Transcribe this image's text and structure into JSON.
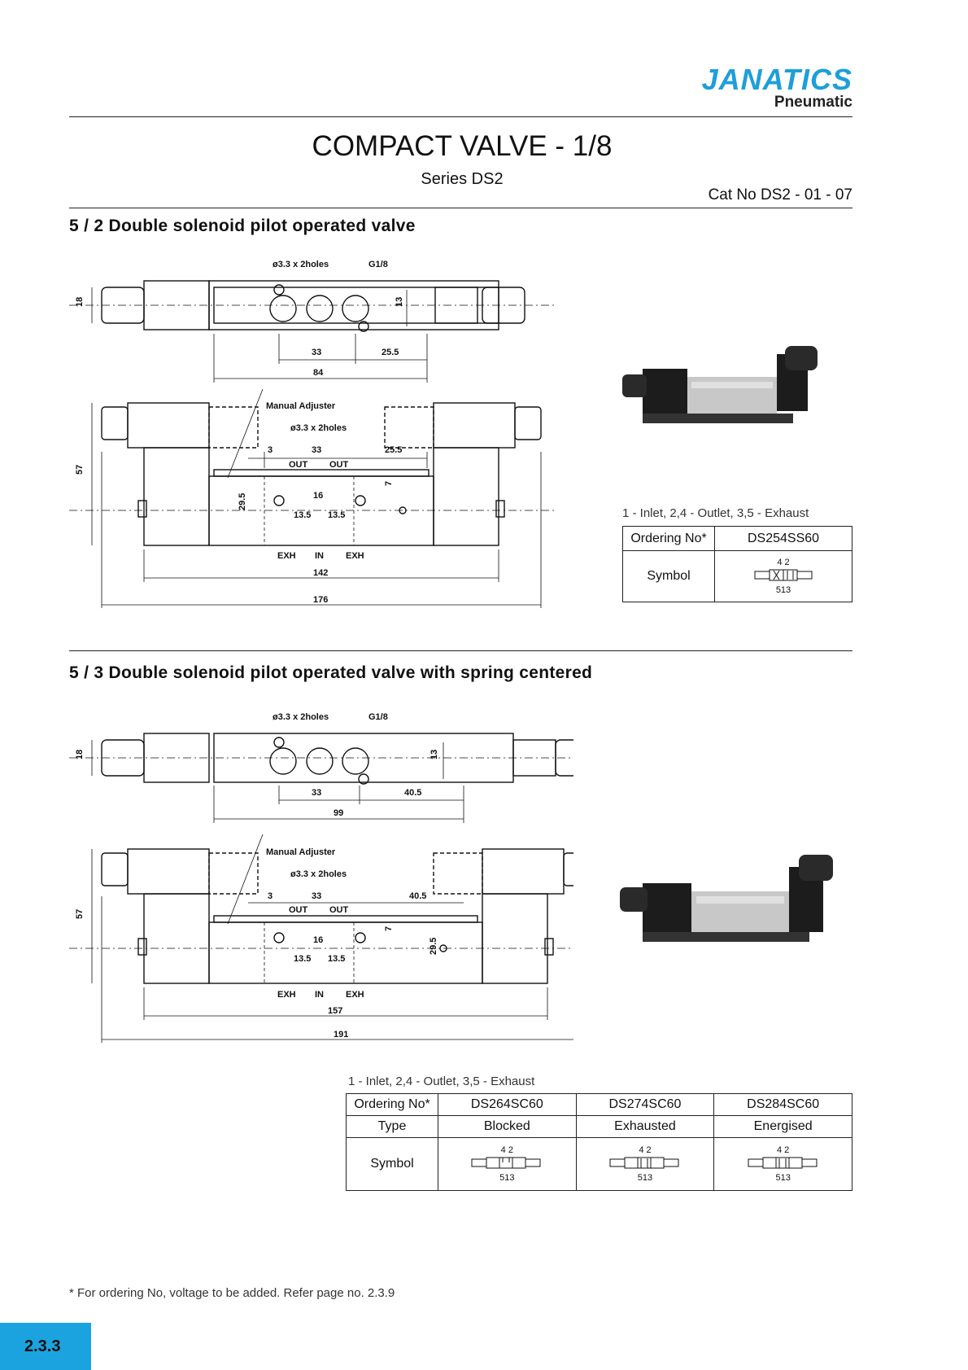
{
  "brand": {
    "name": "JANATICS",
    "sub": "Pneumatic",
    "color": "#1e9fd8"
  },
  "title": "COMPACT VALVE - 1/8",
  "series": "Series DS2",
  "cat_no": "Cat No DS2 - 01 - 07",
  "section1": {
    "heading": "5 / 2 Double solenoid pilot operated valve",
    "top_view": {
      "holes": "ø3.3 x 2holes",
      "port": "G1/8",
      "h18": "18",
      "h13": "13",
      "d33": "33",
      "d255": "25.5",
      "d84": "84"
    },
    "side_view": {
      "manual": "Manual Adjuster",
      "holes": "ø3.3 x 2holes",
      "d3": "3",
      "d33": "33",
      "d255": "25.5",
      "out1": "OUT",
      "out2": "OUT",
      "d7": "7",
      "d16": "16",
      "d295": "29.5",
      "d135a": "13.5",
      "d135b": "13.5",
      "exh1": "EXH",
      "in": "IN",
      "exh2": "EXH",
      "d142": "142",
      "d176": "176",
      "h57": "57"
    },
    "ports": "1 - Inlet,    2,4 - Outlet,    3,5 - Exhaust",
    "table": {
      "ordering_label": "Ordering No*",
      "ordering_value": "DS254SS60",
      "symbol_label": "Symbol",
      "sym_top": "4 2",
      "sym_bottom": "513"
    }
  },
  "section2": {
    "heading": "5 / 3 Double solenoid pilot operated valve with spring centered",
    "top_view": {
      "holes": "ø3.3 x 2holes",
      "port": "G1/8",
      "h18": "18",
      "h13": "13",
      "d33": "33",
      "d405": "40.5",
      "d99": "99"
    },
    "side_view": {
      "manual": "Manual Adjuster",
      "holes": "ø3.3 x 2holes",
      "d3": "3",
      "d33": "33",
      "d405": "40.5",
      "out1": "OUT",
      "out2": "OUT",
      "d7": "7",
      "d16": "16",
      "d295": "29.5",
      "d135a": "13.5",
      "d135b": "13.5",
      "exh1": "EXH",
      "in": "IN",
      "exh2": "EXH",
      "d157": "157",
      "d191": "191",
      "h57": "57"
    },
    "ports": "1 - Inlet,      2,4 - Outlet,      3,5 - Exhaust",
    "table": {
      "ordering_label": "Ordering No*",
      "type_label": "Type",
      "symbol_label": "Symbol",
      "columns": [
        {
          "ordering": "DS264SC60",
          "type": "Blocked",
          "sym_top": "4 2",
          "sym_bottom": "513"
        },
        {
          "ordering": "DS274SC60",
          "type": "Exhausted",
          "sym_top": "4 2",
          "sym_bottom": "513"
        },
        {
          "ordering": "DS284SC60",
          "type": "Energised",
          "sym_top": "4 2",
          "sym_bottom": "513"
        }
      ]
    }
  },
  "footnote": "* For ordering No, voltage to be added. Refer page no. 2.3.9",
  "page_number": "2.3.3",
  "page_color": "#1ba3df"
}
